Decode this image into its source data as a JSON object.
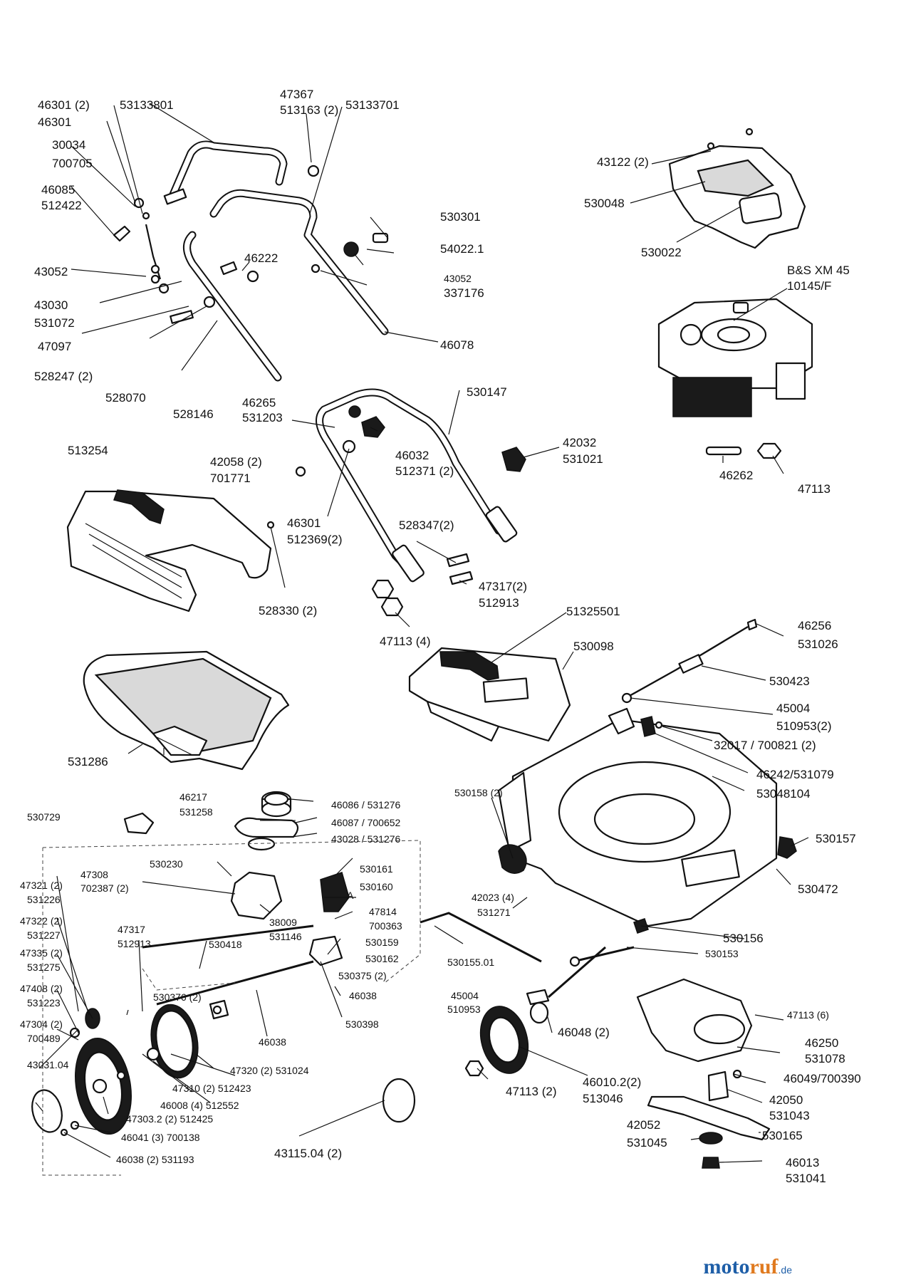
{
  "labels": {
    "l001": "46301 (2)",
    "l002": "53133801",
    "l003": "47367",
    "l004": "513163 (2)",
    "l005": "53133701",
    "l006": "46301",
    "l007": "30034",
    "l008": "700705",
    "l009": "46085",
    "l010": "512422",
    "l011": "43052",
    "l012": "43030",
    "l013": "531072",
    "l014": "47097",
    "l015": "528247 (2)",
    "l016": "528070",
    "l017": "528146",
    "l018": "46222",
    "l019": "530301",
    "l020": "54022.1",
    "l021": "43052",
    "l022": "337176",
    "l023": "46078",
    "l024": "43122 (2)",
    "l025": "530048",
    "l026": "530022",
    "l027": "B&S XM 45",
    "l028": "10145/F",
    "l029": "46265",
    "l030": "531203",
    "l031": "530147",
    "l032": "513254",
    "l033": "42058 (2)",
    "l034": "701771",
    "l035": "46032",
    "l036": "512371 (2)",
    "l037": "42032",
    "l038": "531021",
    "l039": "46262",
    "l040": "47113",
    "l041": "46301",
    "l042": "512369(2)",
    "l043": "528347(2)",
    "l044": "47317(2)",
    "l045": "512913",
    "l046": "528330 (2)",
    "l047": "47113 (4)",
    "l048": "51325501",
    "l049": "46256",
    "l050": "531026",
    "l051": "530098",
    "l052": "530423",
    "l053": "45004",
    "l054": "510953(2)",
    "l055": "32017 / 700821 (2)",
    "l056": "531286",
    "l057": "46242/531079",
    "l058": "53048104",
    "l059": "46217",
    "l060": "531258",
    "l061": "530729",
    "l062": "46086 / 531276",
    "l063": "46087 / 700652",
    "l064": "43028 / 531276",
    "l065": "530158 (2)",
    "l066": "530157",
    "l067": "530230",
    "l068": "530161",
    "l069": "47308",
    "l070": "702387 (2)",
    "l071": "47321 (2)",
    "l072": "531226",
    "l073": "530160",
    "l074": "A",
    "l075": "530472",
    "l076": "42023 (4)",
    "l077": "531271",
    "l078": "47814",
    "l079": "700363",
    "l080": "47322 (2)",
    "l081": "531227",
    "l082": "47317",
    "l083": "512913",
    "l084": "38009",
    "l085": "531146",
    "l086": "530159",
    "l087": "530156",
    "l088": "47335 (2)",
    "l089": "531275",
    "l090": "530418",
    "l091": "530162",
    "l092": "530153",
    "l093": "530375 (2)",
    "l094": "530155.01",
    "l095": "47408 (2)",
    "l096": "531223",
    "l097": "530376 (2)",
    "l098": "46038",
    "l099": "45004",
    "l100": "510953",
    "l101": "47113 (6)",
    "l102": "47304 (2)",
    "l103": "700489",
    "l104": "530398",
    "l105": "46250",
    "l106": "531078",
    "l107": "46038",
    "l108": "46048 (2)",
    "l109": "43031.04",
    "l110": "47320 (2) 531024",
    "l111": "46049/700390",
    "l112": "47310 (2) 512423",
    "l113": "47113 (2)",
    "l114": "46010.2(2)",
    "l115": "513046",
    "l116": "42050",
    "l117": "46008 (4) 512552",
    "l118": "531043",
    "l119": "47303.2 (2) 512425",
    "l120": "42052",
    "l121": "530165",
    "l122": "46041 (3) 700138",
    "l123": "531045",
    "l124": "43115.04 (2)",
    "l125": "46013",
    "l126": "46038 (2) 531193",
    "l127": "531041"
  },
  "watermark": {
    "part1": "moto",
    "part2": "ruf",
    "suffix": ".de",
    "colors": {
      "blue": "#1f5fa8",
      "orange": "#e07a1f"
    }
  }
}
